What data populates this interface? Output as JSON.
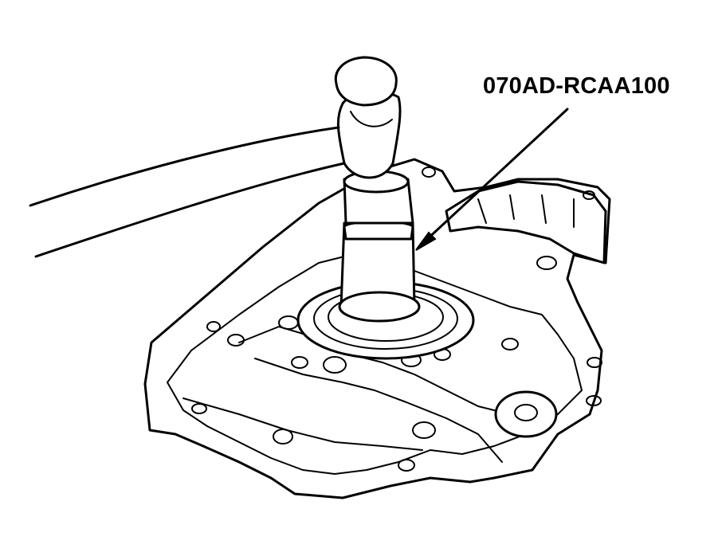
{
  "diagram": {
    "callout_label": "070AD-RCAA100",
    "colors": {
      "line": "#000000",
      "background": "#ffffff"
    },
    "parts": [
      "hammer-handle",
      "hammer-head",
      "seal-driver-tool",
      "oil-seal",
      "oil-pump-housing"
    ]
  }
}
